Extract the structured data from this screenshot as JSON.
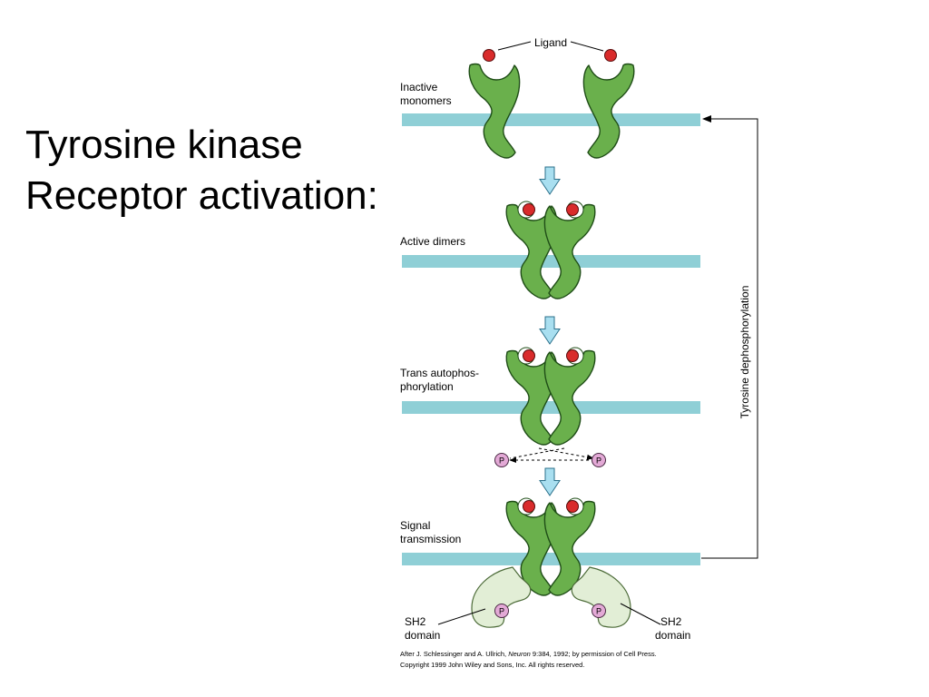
{
  "slide": {
    "title_line1": "Tyrosine kinase",
    "title_line2": "Receptor activation:"
  },
  "diagram": {
    "ligand_label": "Ligand",
    "stages": [
      {
        "label_lines": [
          "Inactive",
          "monomers"
        ]
      },
      {
        "label_lines": [
          "Active dimers"
        ]
      },
      {
        "label_lines": [
          "Trans autophos-",
          "phorylation"
        ]
      },
      {
        "label_lines": [
          "Signal",
          "transmission"
        ]
      }
    ],
    "feedback_label": "Tyrosine dephosphorylation",
    "phosphate_label": "P",
    "sh2_label_lines": [
      "SH2",
      "domain"
    ],
    "citation_parts": [
      "After J. Schlessinger and A. Ullrich, ",
      "Neuron",
      " 9:384, 1992; by permission of Cell Press."
    ],
    "copyright": "Copyright 1999 John Wiley and Sons, Inc. All rights reserved."
  },
  "colors": {
    "membrane": "#8fcfd6",
    "receptor_fill": "#6ab04c",
    "receptor_stroke": "#1f4d17",
    "ligand": "#d92b2b",
    "arrow": "#a9dff0",
    "phosphate": "#e3a9d6",
    "sh2_fill": "#e2eed6"
  }
}
